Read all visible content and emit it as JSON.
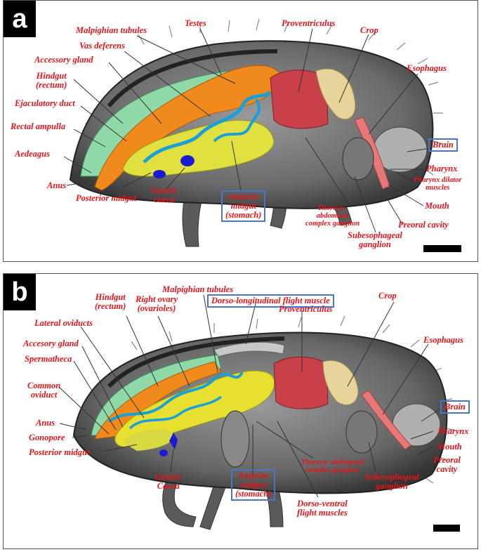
{
  "panels": [
    {
      "letter": "a",
      "labels": {
        "malpighian": "Malpighian tubules",
        "testes": "Testes",
        "proventriculus": "Proventriculus",
        "crop": "Crop",
        "vas_deferens": "Vas deferens",
        "accessory_gland": "Accessory gland",
        "hindgut": "Hindgut",
        "hindgut_sub": "(rectum)",
        "esophagus": "Esophagus",
        "ejaculatory": "Ejaculatory duct",
        "rectal_ampulla": "Rectal ampulla",
        "brain": "Brain",
        "aedeagus": "Aedeagus",
        "pharynx": "Pharynx",
        "pharynx_dilator_1": "Pharynx dilator",
        "pharynx_dilator_2": "muscles",
        "anus": "Anus",
        "gastric_1": "Gastric",
        "gastric_2": "caeca",
        "posterior_midgut": "Posterior midgut",
        "anterior_1": "Anterior",
        "anterior_2": "midgut",
        "anterior_3": "(stomach)",
        "mouth": "Mouth",
        "thoracic_1": "Thoracic-",
        "thoracic_2": "abdominal",
        "thoracic_3": "complex ganglion",
        "preoral": "Preoral cavity",
        "subesophageal_1": "Subesophageal",
        "subesophageal_2": "ganglion"
      }
    },
    {
      "letter": "b",
      "labels": {
        "malpighian": "Malpighian tubules",
        "hindgut": "Hindgut",
        "hindgut_sub": "(rectum)",
        "right_ovary_1": "Right ovary",
        "right_ovary_2": "(ovarioles)",
        "dorso_longitudinal": "Dorso-longitudinal  flight muscle",
        "crop": "Crop",
        "proventriculus": "Proventriculus",
        "lateral_oviducts": "Lateral oviducts",
        "esophagus": "Esophagus",
        "accesory_gland": "Accesory gland",
        "spermatheca": "Spermatheca",
        "common_oviduct_1": "Common",
        "common_oviduct_2": "oviduct",
        "brain": "Brain",
        "anus": "Anus",
        "pharynx": "Pharynx",
        "gonopore": "Gonopore",
        "mouth": "Mouth",
        "posterior_midgut": "Posterior midgut",
        "preoral_1": "Preoral",
        "preoral_2": "cavity",
        "gastric_1": "Gastric",
        "gastric_2": "Caeca",
        "thoracic_1": "Thoracic-abdominal",
        "thoracic_2": "complex ganglion",
        "subesophageal_1": "Subesophageal",
        "subesophageal_2": "ganglion",
        "anterior_1": "Anterior",
        "anterior_2": "midgut",
        "anterior_3": "(stomach)",
        "dorso_ventral_1": "Dorso-ventral",
        "dorso_ventral_2": "flight muscles"
      }
    }
  ],
  "colors": {
    "label_red": "#e8141a",
    "box_blue": "#4a74c4",
    "hindgut_green": "#8fd9a8",
    "gland_orange": "#f08a1c",
    "midgut_yellow": "#e0e040",
    "tubule_cyan": "#1aa0d8",
    "proventriculus_red": "#c8404a",
    "crop_tan": "#e8d49a",
    "esophagus_pink": "#e87878",
    "gastric_blue": "#1a1ad0",
    "body_gray": "#8a8a8a"
  }
}
